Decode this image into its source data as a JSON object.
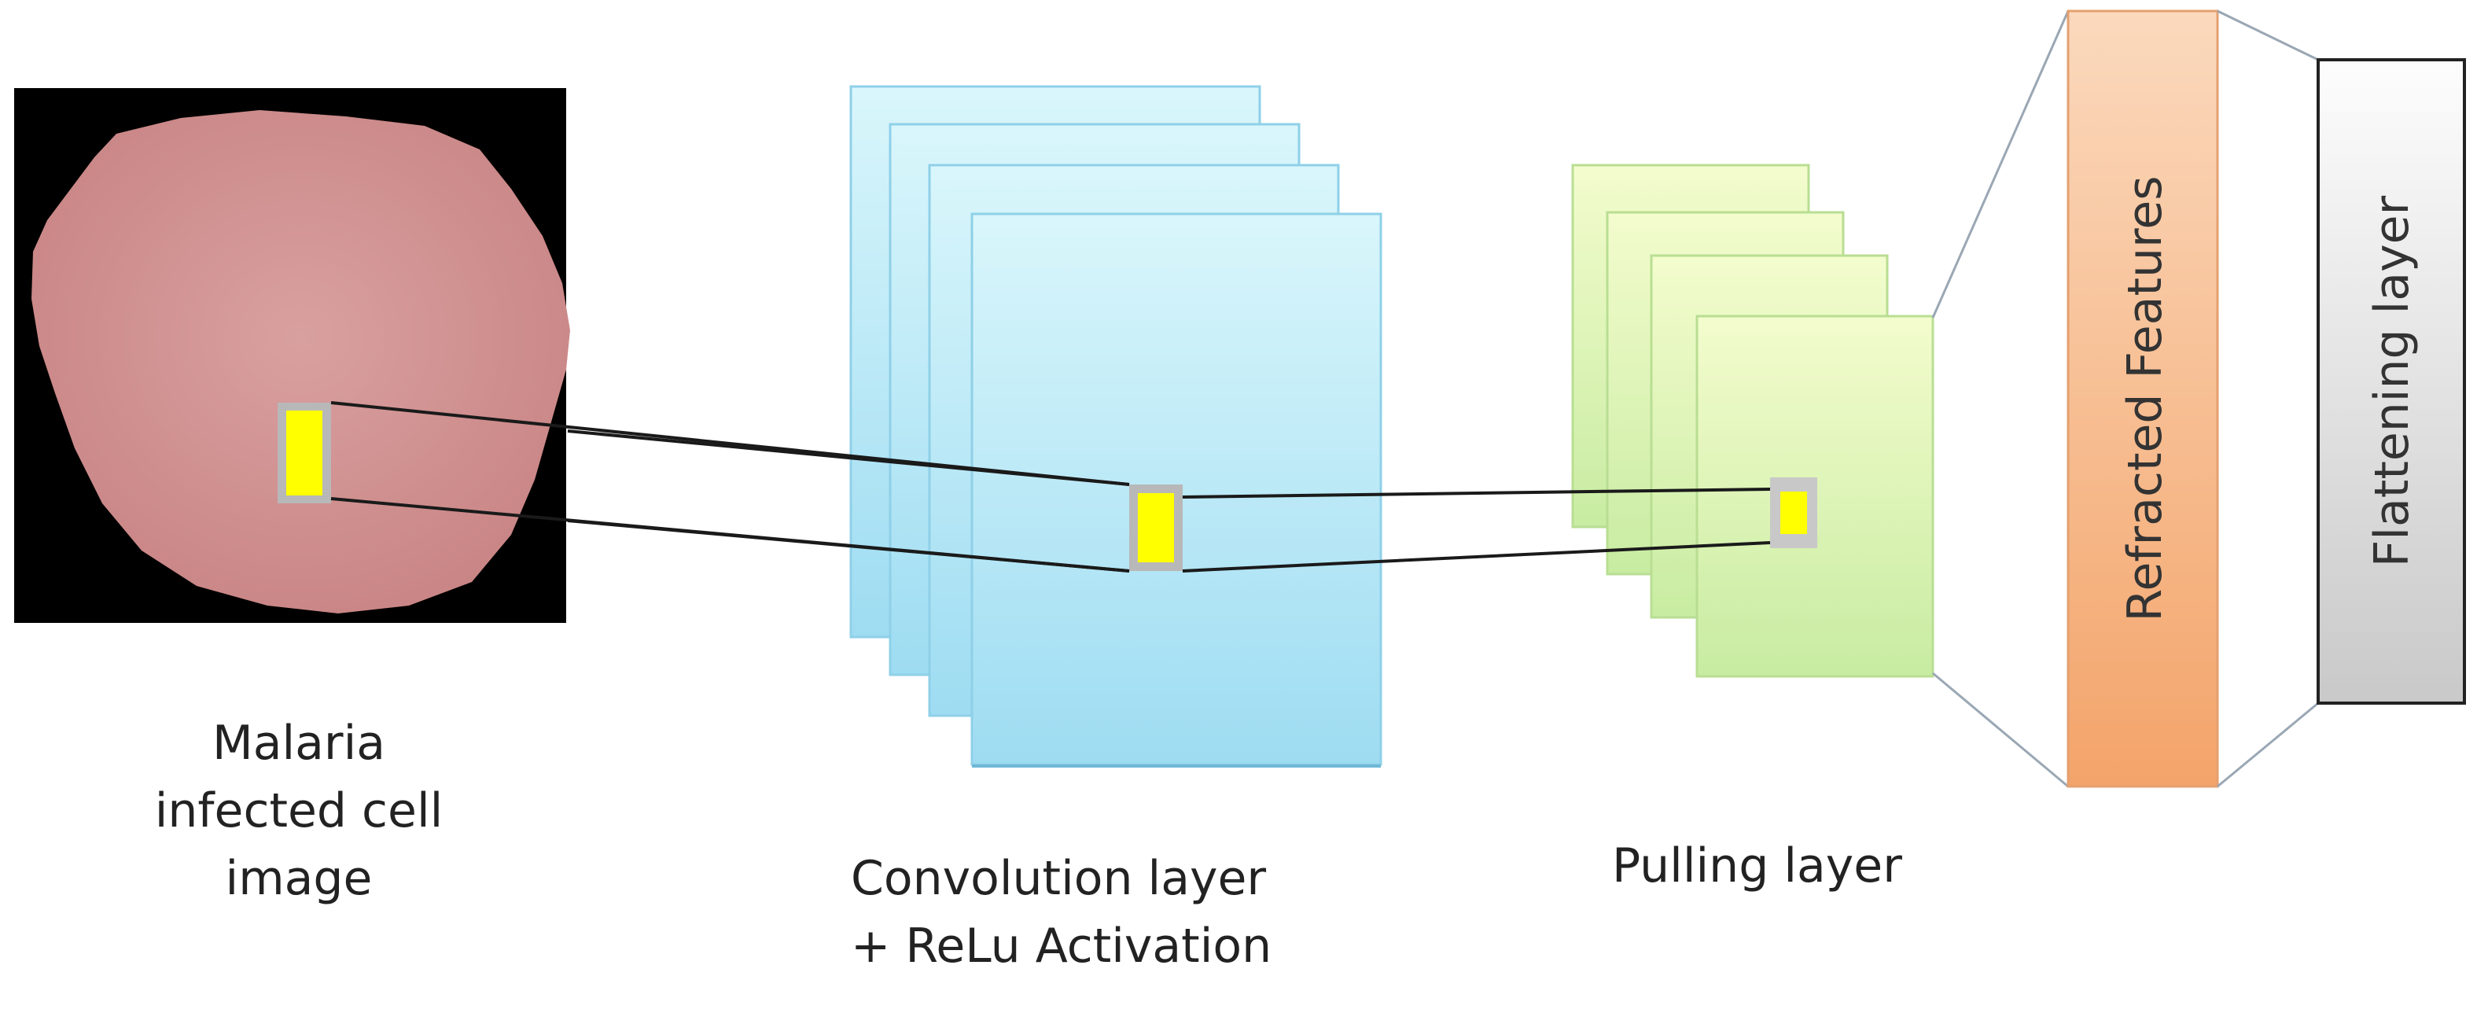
{
  "labels": {
    "input": [
      "Malaria",
      "infected cell",
      "image"
    ],
    "conv": [
      "Convolution layer",
      "+ ReLu Activation"
    ],
    "pool": [
      "Pulling layer"
    ],
    "refracted": "Refracted Features",
    "flatten": "Flattening layer"
  },
  "colors": {
    "cell_background": "#000000",
    "cell": "#cf8c8c",
    "conv_top": "#d9f6fb",
    "conv_bottom": "#9edcf2",
    "pool_top": "#f3fccd",
    "pool_bottom": "#c8eca2",
    "refracted_top": "#fbd9bd",
    "refracted_bottom": "#f3a46a",
    "flatten_top": "#fdfdfd",
    "flatten_bottom": "#c9c9c9",
    "kernel": "#ffff00",
    "kernel_border": "#b0b0b0"
  }
}
